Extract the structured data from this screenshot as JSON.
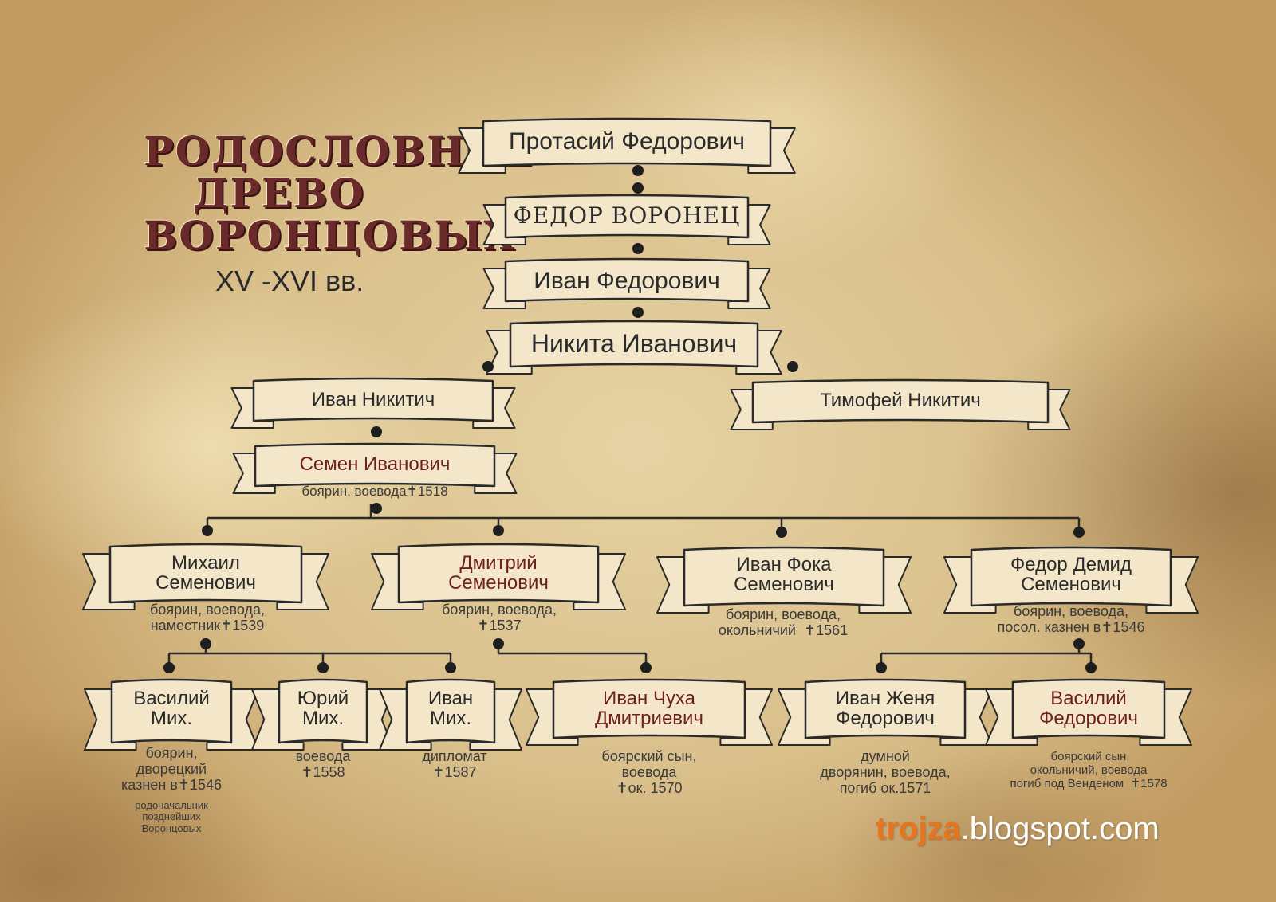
{
  "title": {
    "lines": [
      "РОДОСЛОВНОЕ",
      "ДРЕВО",
      "ВОРОНЦОВЫХ"
    ],
    "subtitle": "XV -XVI вв."
  },
  "colors": {
    "ribbon_fill": "#f4e6c8",
    "ribbon_stroke": "#2a2a2a",
    "name_dark": "#2b2b2b",
    "name_red": "#6e1f1f",
    "title": "#6b2a2a",
    "watermark_accent": "#e8741e",
    "watermark_main": "#ffffff"
  },
  "people": {
    "protasiy": {
      "name": "Протасий Федорович"
    },
    "fedor_voronets": {
      "name": "ФЕДОР ВОРОНЕЦ"
    },
    "ivan_fedorovich": {
      "name": "Иван Федорович"
    },
    "nikita": {
      "name": "Никита Иванович"
    },
    "ivan_nikitich": {
      "name": "Иван Никитич"
    },
    "timofey": {
      "name": "Тимофей Никитич"
    },
    "semen": {
      "name": "Семен Иванович",
      "note": "боярин, воевода",
      "death": "1518"
    },
    "mikhail": {
      "name_lines": [
        "Михаил",
        "Семенович"
      ],
      "note_lines": [
        "боярин, воевода,",
        "наместник"
      ],
      "death": "1539"
    },
    "dmitriy": {
      "name_lines": [
        "Дмитрий",
        "Семенович"
      ],
      "note_lines": [
        "боярин, воевода,"
      ],
      "death": "1537"
    },
    "ivan_foka": {
      "name_lines": [
        "Иван Фока",
        "Семенович"
      ],
      "note_lines": [
        "боярин, воевода,",
        "окольничий"
      ],
      "death": "1561"
    },
    "fedor_demid": {
      "name_lines": [
        "Федор Демид",
        "Семенович"
      ],
      "note_lines": [
        "боярин, воевода,",
        "посол. казнен в"
      ],
      "death": "1546"
    },
    "vasiliy_mikh": {
      "name_lines": [
        "Василий",
        "Мих."
      ],
      "note_lines": [
        "боярин,",
        "дворецкий",
        "казнен в"
      ],
      "death": "1546",
      "extra_lines": [
        "родоначальник",
        "позднейших",
        "Воронцовых"
      ]
    },
    "yuriy_mikh": {
      "name_lines": [
        "Юрий",
        "Мих."
      ],
      "note_lines": [
        "воевода"
      ],
      "death": "1558"
    },
    "ivan_mikh": {
      "name_lines": [
        "Иван",
        "Мих."
      ],
      "note_lines": [
        "дипломат"
      ],
      "death": "1587"
    },
    "ivan_chukha": {
      "name_lines": [
        "Иван Чуха",
        "Дмитриевич"
      ],
      "note_lines": [
        "боярский сын,",
        "воевода"
      ],
      "death": "ок. 1570"
    },
    "ivan_zhenya": {
      "name_lines": [
        "Иван Женя",
        "Федорович"
      ],
      "note_lines": [
        "думной",
        "дворянин, воевода,",
        "погиб ок.1571"
      ]
    },
    "vasiliy_fed": {
      "name_lines": [
        "Василий",
        "Федорович"
      ],
      "note_lines": [
        "боярский сын",
        "окольничий, воевода",
        "погиб под Венденом"
      ],
      "death": "1578"
    }
  },
  "watermark": {
    "accent": "trojza",
    "rest": ".blogspot.com"
  }
}
